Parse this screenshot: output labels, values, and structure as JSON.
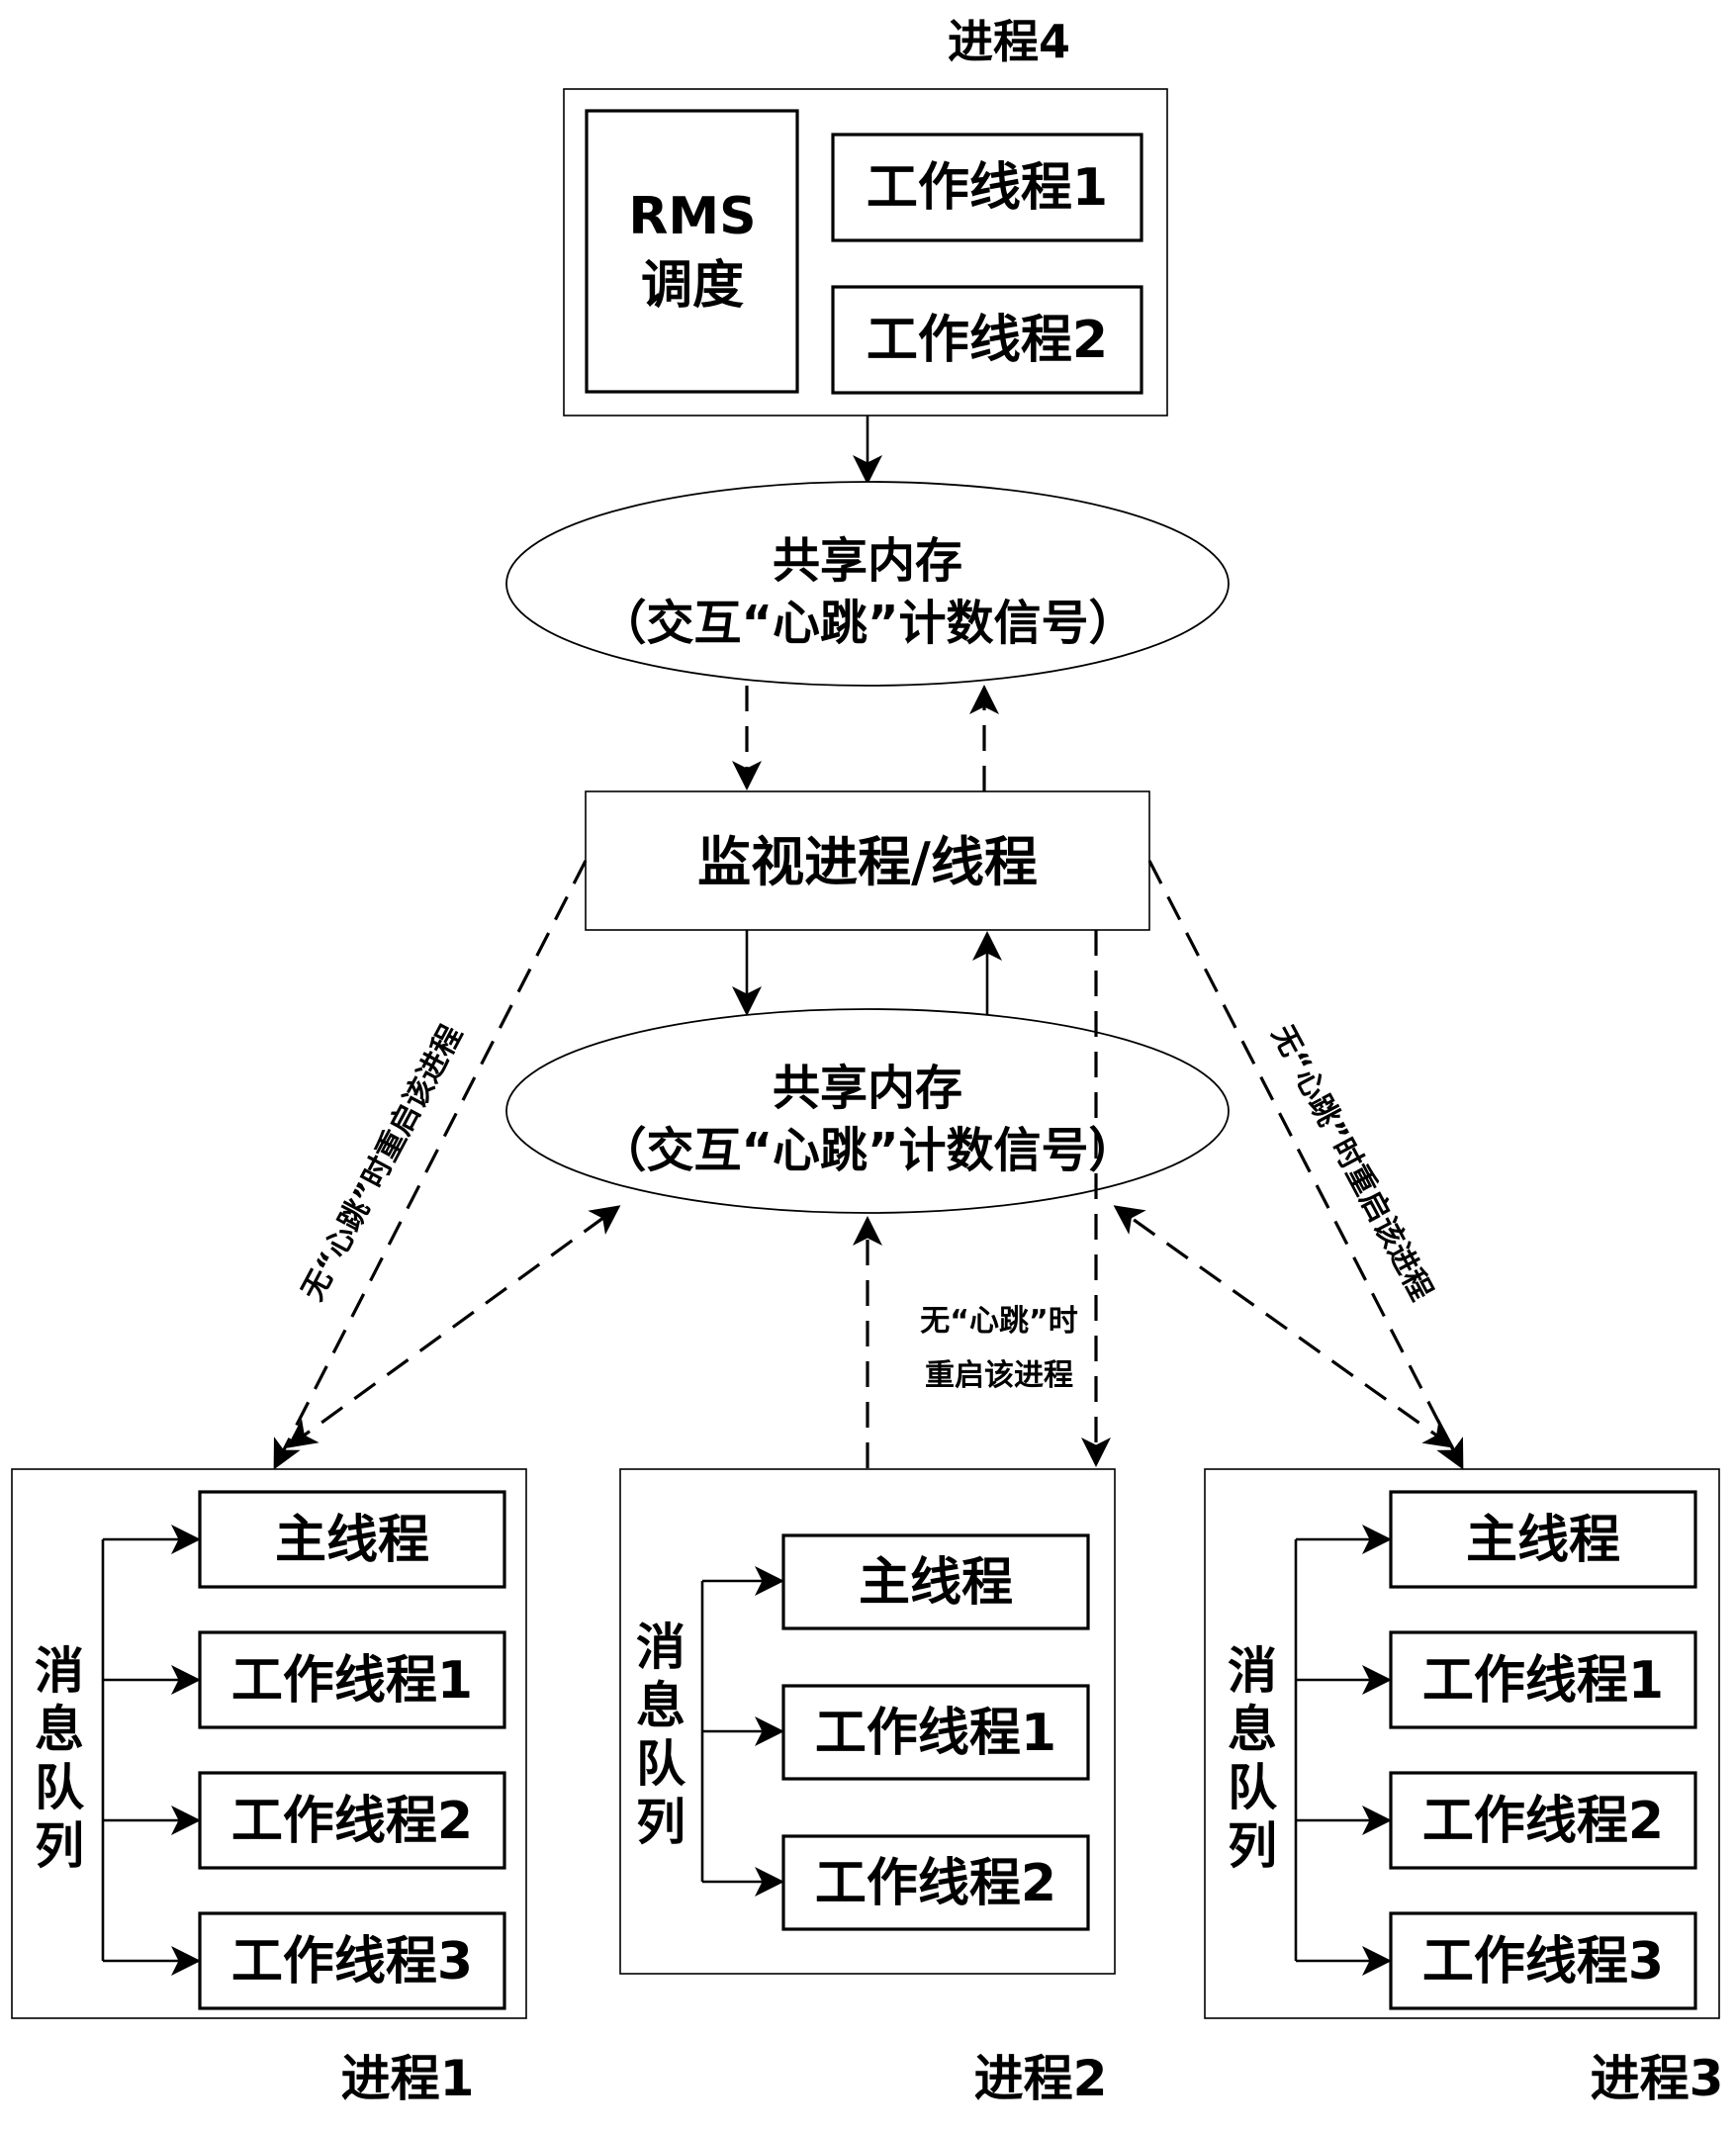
{
  "process4": {
    "title": "进程4",
    "rms_line1": "RMS",
    "rms_line2": "调度",
    "worker1": "工作线程1",
    "worker2": "工作线程2"
  },
  "shared_memory_top": {
    "line1": "共享内存",
    "line2": "（交互“心跳”计数信号）"
  },
  "monitor": {
    "label": "监视进程/线程"
  },
  "shared_memory_bottom": {
    "line1": "共享内存",
    "line2": "（交互“心跳”计数信号）"
  },
  "restart_labels": {
    "left": "无“心跳”时重启该进程",
    "right": "无“心跳”时重启该进程",
    "center_line1": "无“心跳”时",
    "center_line2": "重启该进程"
  },
  "process1": {
    "title": "进程1",
    "mq_chars": [
      "消",
      "息",
      "队",
      "列"
    ],
    "threads": [
      "主线程",
      "工作线程1",
      "工作线程2",
      "工作线程3"
    ]
  },
  "process2": {
    "title": "进程2",
    "mq_chars": [
      "消",
      "息",
      "队",
      "列"
    ],
    "threads": [
      "主线程",
      "工作线程1",
      "工作线程2"
    ]
  },
  "process3": {
    "title": "进程3",
    "mq_chars": [
      "消",
      "息",
      "队",
      "列"
    ],
    "threads": [
      "主线程",
      "工作线程1",
      "工作线程2",
      "工作线程3"
    ]
  }
}
